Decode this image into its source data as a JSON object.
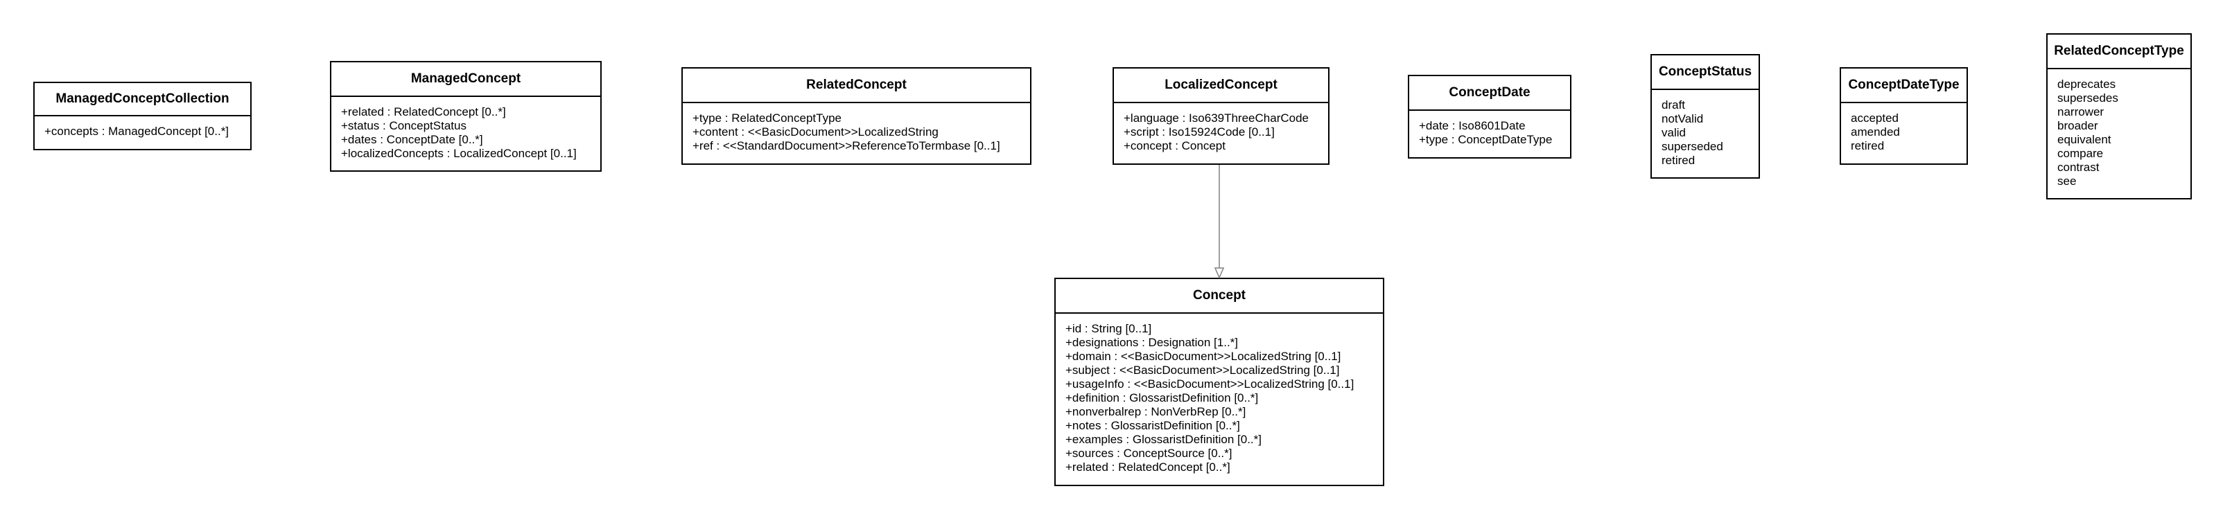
{
  "classes": [
    {
      "key": "managed-concept-collection",
      "name": "ManagedConceptCollection",
      "members": [
        "+concepts : ManagedConcept [0..*]"
      ]
    },
    {
      "key": "managed-concept",
      "name": "ManagedConcept",
      "members": [
        "+related : RelatedConcept [0..*]",
        "+status : ConceptStatus",
        "+dates : ConceptDate [0..*]",
        "+localizedConcepts : LocalizedConcept [0..1]"
      ]
    },
    {
      "key": "related-concept",
      "name": "RelatedConcept",
      "members": [
        "+type : RelatedConceptType",
        "+content : <<BasicDocument>>LocalizedString",
        "+ref : <<StandardDocument>>ReferenceToTermbase [0..1]"
      ]
    },
    {
      "key": "localized-concept",
      "name": "LocalizedConcept",
      "members": [
        "+language : Iso639ThreeCharCode",
        "+script : Iso15924Code [0..1]",
        "+concept : Concept"
      ]
    },
    {
      "key": "concept-date",
      "name": "ConceptDate",
      "members": [
        "+date : Iso8601Date",
        "+type : ConceptDateType"
      ]
    },
    {
      "key": "concept-status",
      "name": "ConceptStatus",
      "members": [
        "draft",
        "notValid",
        "valid",
        "superseded",
        "retired"
      ]
    },
    {
      "key": "concept-date-type",
      "name": "ConceptDateType",
      "members": [
        "accepted",
        "amended",
        "retired"
      ]
    },
    {
      "key": "related-concept-type",
      "name": "RelatedConceptType",
      "members": [
        "deprecates",
        "supersedes",
        "narrower",
        "broader",
        "equivalent",
        "compare",
        "contrast",
        "see"
      ]
    },
    {
      "key": "concept",
      "name": "Concept",
      "members": [
        "+id : String [0..1]",
        "+designations : Designation [1..*]",
        "+domain : <<BasicDocument>>LocalizedString [0..1]",
        "+subject : <<BasicDocument>>LocalizedString [0..1]",
        "+usageInfo : <<BasicDocument>>LocalizedString [0..1]",
        "+definition : GlossaristDefinition [0..*]",
        "+nonverbalrep : NonVerbRep [0..*]",
        "+notes : GlossaristDefinition [0..*]",
        "+examples : GlossaristDefinition [0..*]",
        "+sources : ConceptSource [0..*]",
        "+related : RelatedConcept [0..*]"
      ]
    }
  ],
  "colors": {
    "border": "#000000",
    "connector": "#808080",
    "background": "#ffffff"
  }
}
